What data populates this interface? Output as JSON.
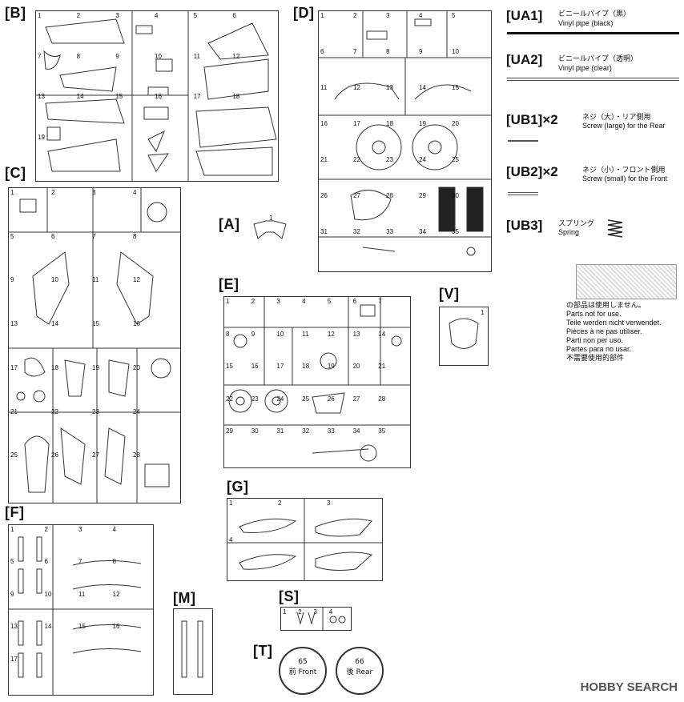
{
  "sections": {
    "B": "[B]",
    "C": "[C]",
    "D": "[D]",
    "E": "[E]",
    "A": "[A]",
    "F": "[F]",
    "G": "[G]",
    "M": "[M]",
    "S": "[S]",
    "T": "[T]",
    "V": "[V]"
  },
  "sprue_numbers": {
    "B": [
      "1",
      "2",
      "3",
      "4",
      "5",
      "6",
      "7",
      "8",
      "9",
      "10",
      "11",
      "12",
      "13",
      "14",
      "15",
      "16",
      "17",
      "18",
      "19"
    ],
    "C": [
      "1",
      "2",
      "3",
      "4",
      "5",
      "6",
      "7",
      "8",
      "9",
      "10",
      "11",
      "12",
      "13",
      "14",
      "15",
      "16",
      "17",
      "18",
      "19",
      "20",
      "21",
      "22",
      "23",
      "24",
      "25",
      "26",
      "27",
      "28"
    ],
    "D": [
      "1",
      "2",
      "3",
      "4",
      "5",
      "6",
      "7",
      "8",
      "9",
      "10",
      "11",
      "12",
      "13",
      "14",
      "15",
      "16",
      "17",
      "18",
      "19",
      "20",
      "21",
      "22",
      "23",
      "24",
      "25",
      "26",
      "27",
      "28",
      "29",
      "30",
      "31",
      "32",
      "33",
      "34",
      "35"
    ],
    "E": [
      "1",
      "2",
      "3",
      "4",
      "5",
      "6",
      "7",
      "8",
      "9",
      "10",
      "11",
      "12",
      "13",
      "14",
      "15",
      "16",
      "17",
      "18",
      "19",
      "20",
      "21",
      "22",
      "23",
      "24",
      "25",
      "26",
      "27",
      "28",
      "29",
      "30",
      "31",
      "32",
      "33",
      "34",
      "35"
    ],
    "F": [
      "1",
      "2",
      "3",
      "4",
      "5",
      "6",
      "7",
      "8",
      "9",
      "10",
      "11",
      "12",
      "13",
      "14",
      "15",
      "16",
      "17"
    ],
    "G": [
      "1",
      "2",
      "3",
      "4"
    ],
    "S": [
      "1",
      "2",
      "3",
      "4"
    ],
    "A": [
      "1"
    ],
    "V": [
      "1"
    ]
  },
  "ua_items": [
    {
      "code": "[UA1]",
      "jp": "ビニールパイプ（黒）",
      "en": "Vinyl pipe (black)"
    },
    {
      "code": "[UA2]",
      "jp": "ビニールパイプ（透明）",
      "en": "Vinyl pipe (clear)"
    },
    {
      "code": "[UB1]×2",
      "jp": "ネジ（大）・リア側用",
      "en": "Screw (large) for the Rear"
    },
    {
      "code": "[UB2]×2",
      "jp": "ネジ（小）・フロント側用",
      "en": "Screw (small) for the Front"
    },
    {
      "code": "[UB3]",
      "jp": "スプリング",
      "en": "Spring"
    }
  ],
  "not_used_note": [
    "の部品は使用しません。",
    "Parts not for use.",
    "Teile werden nicht verwendet.",
    "Pièces à ne pas utiliser.",
    "Parti non per uso.",
    "Partes para no usar.",
    "不需要使用的部件"
  ],
  "tires": {
    "front": {
      "num": "65",
      "label": "前 Front"
    },
    "rear": {
      "num": "66",
      "label": "後 Rear"
    }
  },
  "watermark": "HOBBY SEARCH"
}
